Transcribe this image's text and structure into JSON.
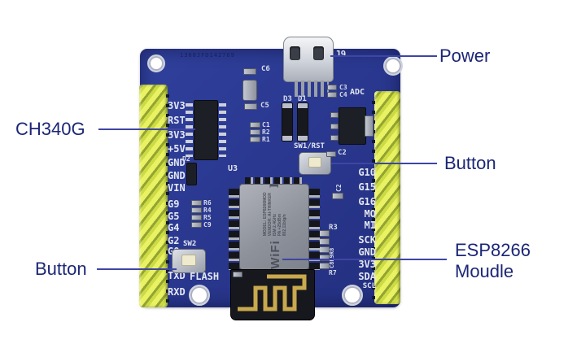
{
  "callouts": {
    "power": "Power",
    "ch340g": "CH340G",
    "button_top": "Button",
    "button_bottom": "Button",
    "esp_line1": "ESP8266",
    "esp_line2": "Moudle"
  },
  "board": {
    "serial_number": "1300JFD142769",
    "left_pins": [
      "3V3",
      "RST",
      "3V3",
      "+5V",
      "GND",
      "GND",
      "VIN",
      "G9",
      "G5",
      "G4",
      "G2",
      "G0",
      "TXD",
      "RXD"
    ],
    "right_pins": [
      "G10",
      "G15",
      "G16",
      "MO",
      "MI",
      "SCK",
      "GND",
      "3V3",
      "SDA",
      "SCL"
    ],
    "refdes": {
      "usb_port": "J9",
      "c6": "C6",
      "c5": "C5",
      "c1": "C1",
      "r2": "R2",
      "r1": "R1",
      "d3": "D3",
      "d1": "D1",
      "d2": "D2",
      "c3": "C3",
      "c4": "C4",
      "adc": "ADC",
      "sw1": "SW1/RST",
      "c2": "C2",
      "c2_side": "C2",
      "u3": "U3",
      "r6": "R6",
      "r4": "R4",
      "r5": "R5",
      "c9": "C9",
      "sw2": "SW2",
      "flash": "FLASH",
      "r3": "R3",
      "c8_r9_r8": "C8R9R8",
      "r7": "R7"
    },
    "esp_module": {
      "ai_logo": "Ai",
      "wifi_logo": "WiFi",
      "model": "MODEL: ESP8266MOD",
      "vendor": "VENDOR: AI-THINKER",
      "spec1": "ISM 2.4GHz",
      "spec2": "PA +25dBm",
      "spec3": "802.11b/g/n",
      "fcc": "FC"
    }
  },
  "colors": {
    "board_blue": "#2b3a92",
    "header_yellow": "#dce84f",
    "callout_text": "#1b2676",
    "callout_line": "#3f45a5",
    "silkscreen": "#e3e7f2"
  }
}
